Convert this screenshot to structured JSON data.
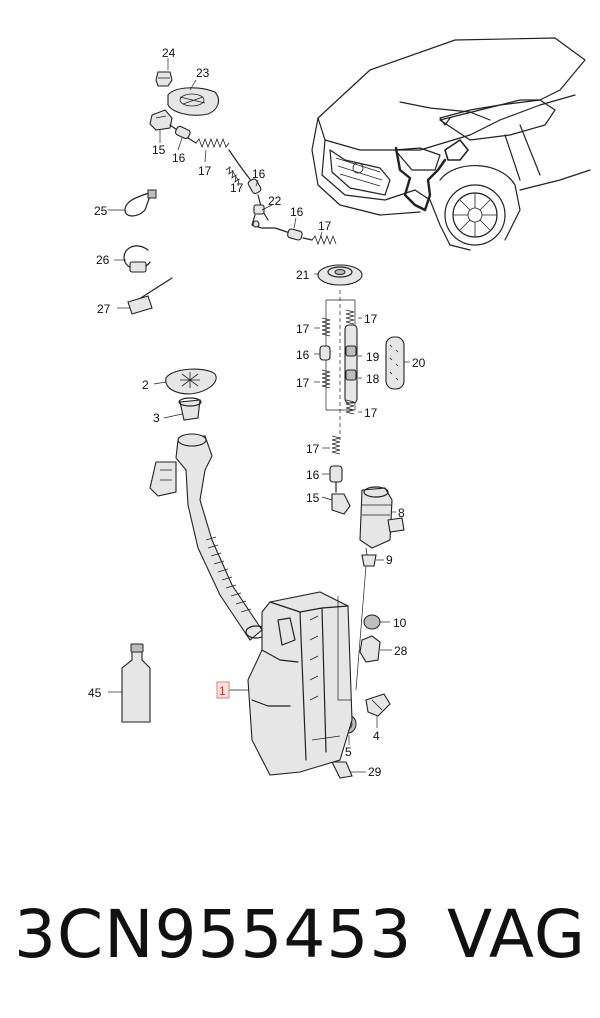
{
  "diagram": {
    "callouts": {
      "c1": "1",
      "c2": "2",
      "c3": "3",
      "c4": "4",
      "c5": "5",
      "c8": "8",
      "c9": "9",
      "c10": "10",
      "c15a": "15",
      "c15b": "15",
      "c16a": "16",
      "c16b": "16",
      "c16c": "16",
      "c16d": "16",
      "c16e": "16",
      "c17a": "17",
      "c17b": "17",
      "c17c": "17",
      "c17d": "17",
      "c17e": "17",
      "c17f": "17",
      "c17g": "17",
      "c18": "18",
      "c19": "19",
      "c20": "20",
      "c21": "21",
      "c22": "22",
      "c23": "23",
      "c24": "24",
      "c25": "25",
      "c26": "26",
      "c27": "27",
      "c28": "28",
      "c29": "29",
      "c45": "45"
    },
    "highlight_color": "#e87878"
  },
  "caption": {
    "part_number": "3CN955453",
    "brand": "VAG"
  }
}
